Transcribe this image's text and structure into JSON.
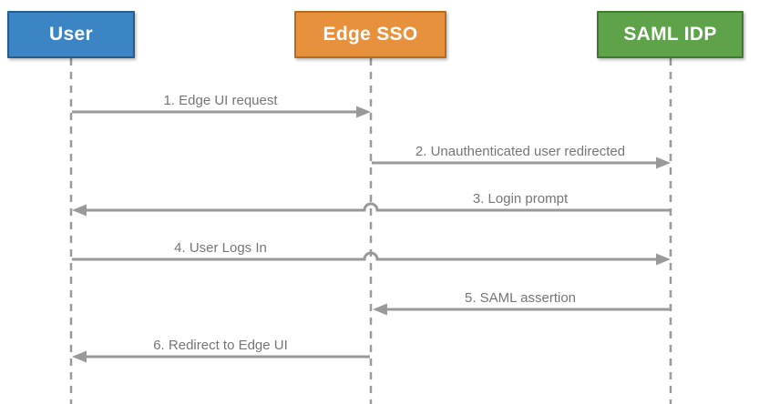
{
  "diagram": {
    "type": "sequence",
    "background_color": "#ffffff",
    "line_color": "#999999",
    "lifeline_color": "#9a9a9a",
    "label_color": "#757575",
    "actors": [
      {
        "id": "user",
        "label": "User",
        "fill": "#3c85c5",
        "border": "#265c8f"
      },
      {
        "id": "edge-sso",
        "label": "Edge SSO",
        "fill": "#e8913d",
        "border": "#b96a1b"
      },
      {
        "id": "saml-idp",
        "label": "SAML IDP",
        "fill": "#5ea24a",
        "border": "#3f7a2d"
      }
    ],
    "messages": [
      {
        "seq": 1,
        "label": "1. Edge UI request",
        "from": "user",
        "to": "edge-sso"
      },
      {
        "seq": 2,
        "label": "2. Unauthenticated user redirected",
        "from": "edge-sso",
        "to": "saml-idp"
      },
      {
        "seq": 3,
        "label": "3. Login prompt",
        "from": "saml-idp",
        "to": "user"
      },
      {
        "seq": 4,
        "label": "4. User Logs In",
        "from": "user",
        "to": "saml-idp"
      },
      {
        "seq": 5,
        "label": "5. SAML assertion",
        "from": "saml-idp",
        "to": "edge-sso"
      },
      {
        "seq": 6,
        "label": "6. Redirect to Edge UI",
        "from": "edge-sso",
        "to": "user"
      }
    ]
  }
}
